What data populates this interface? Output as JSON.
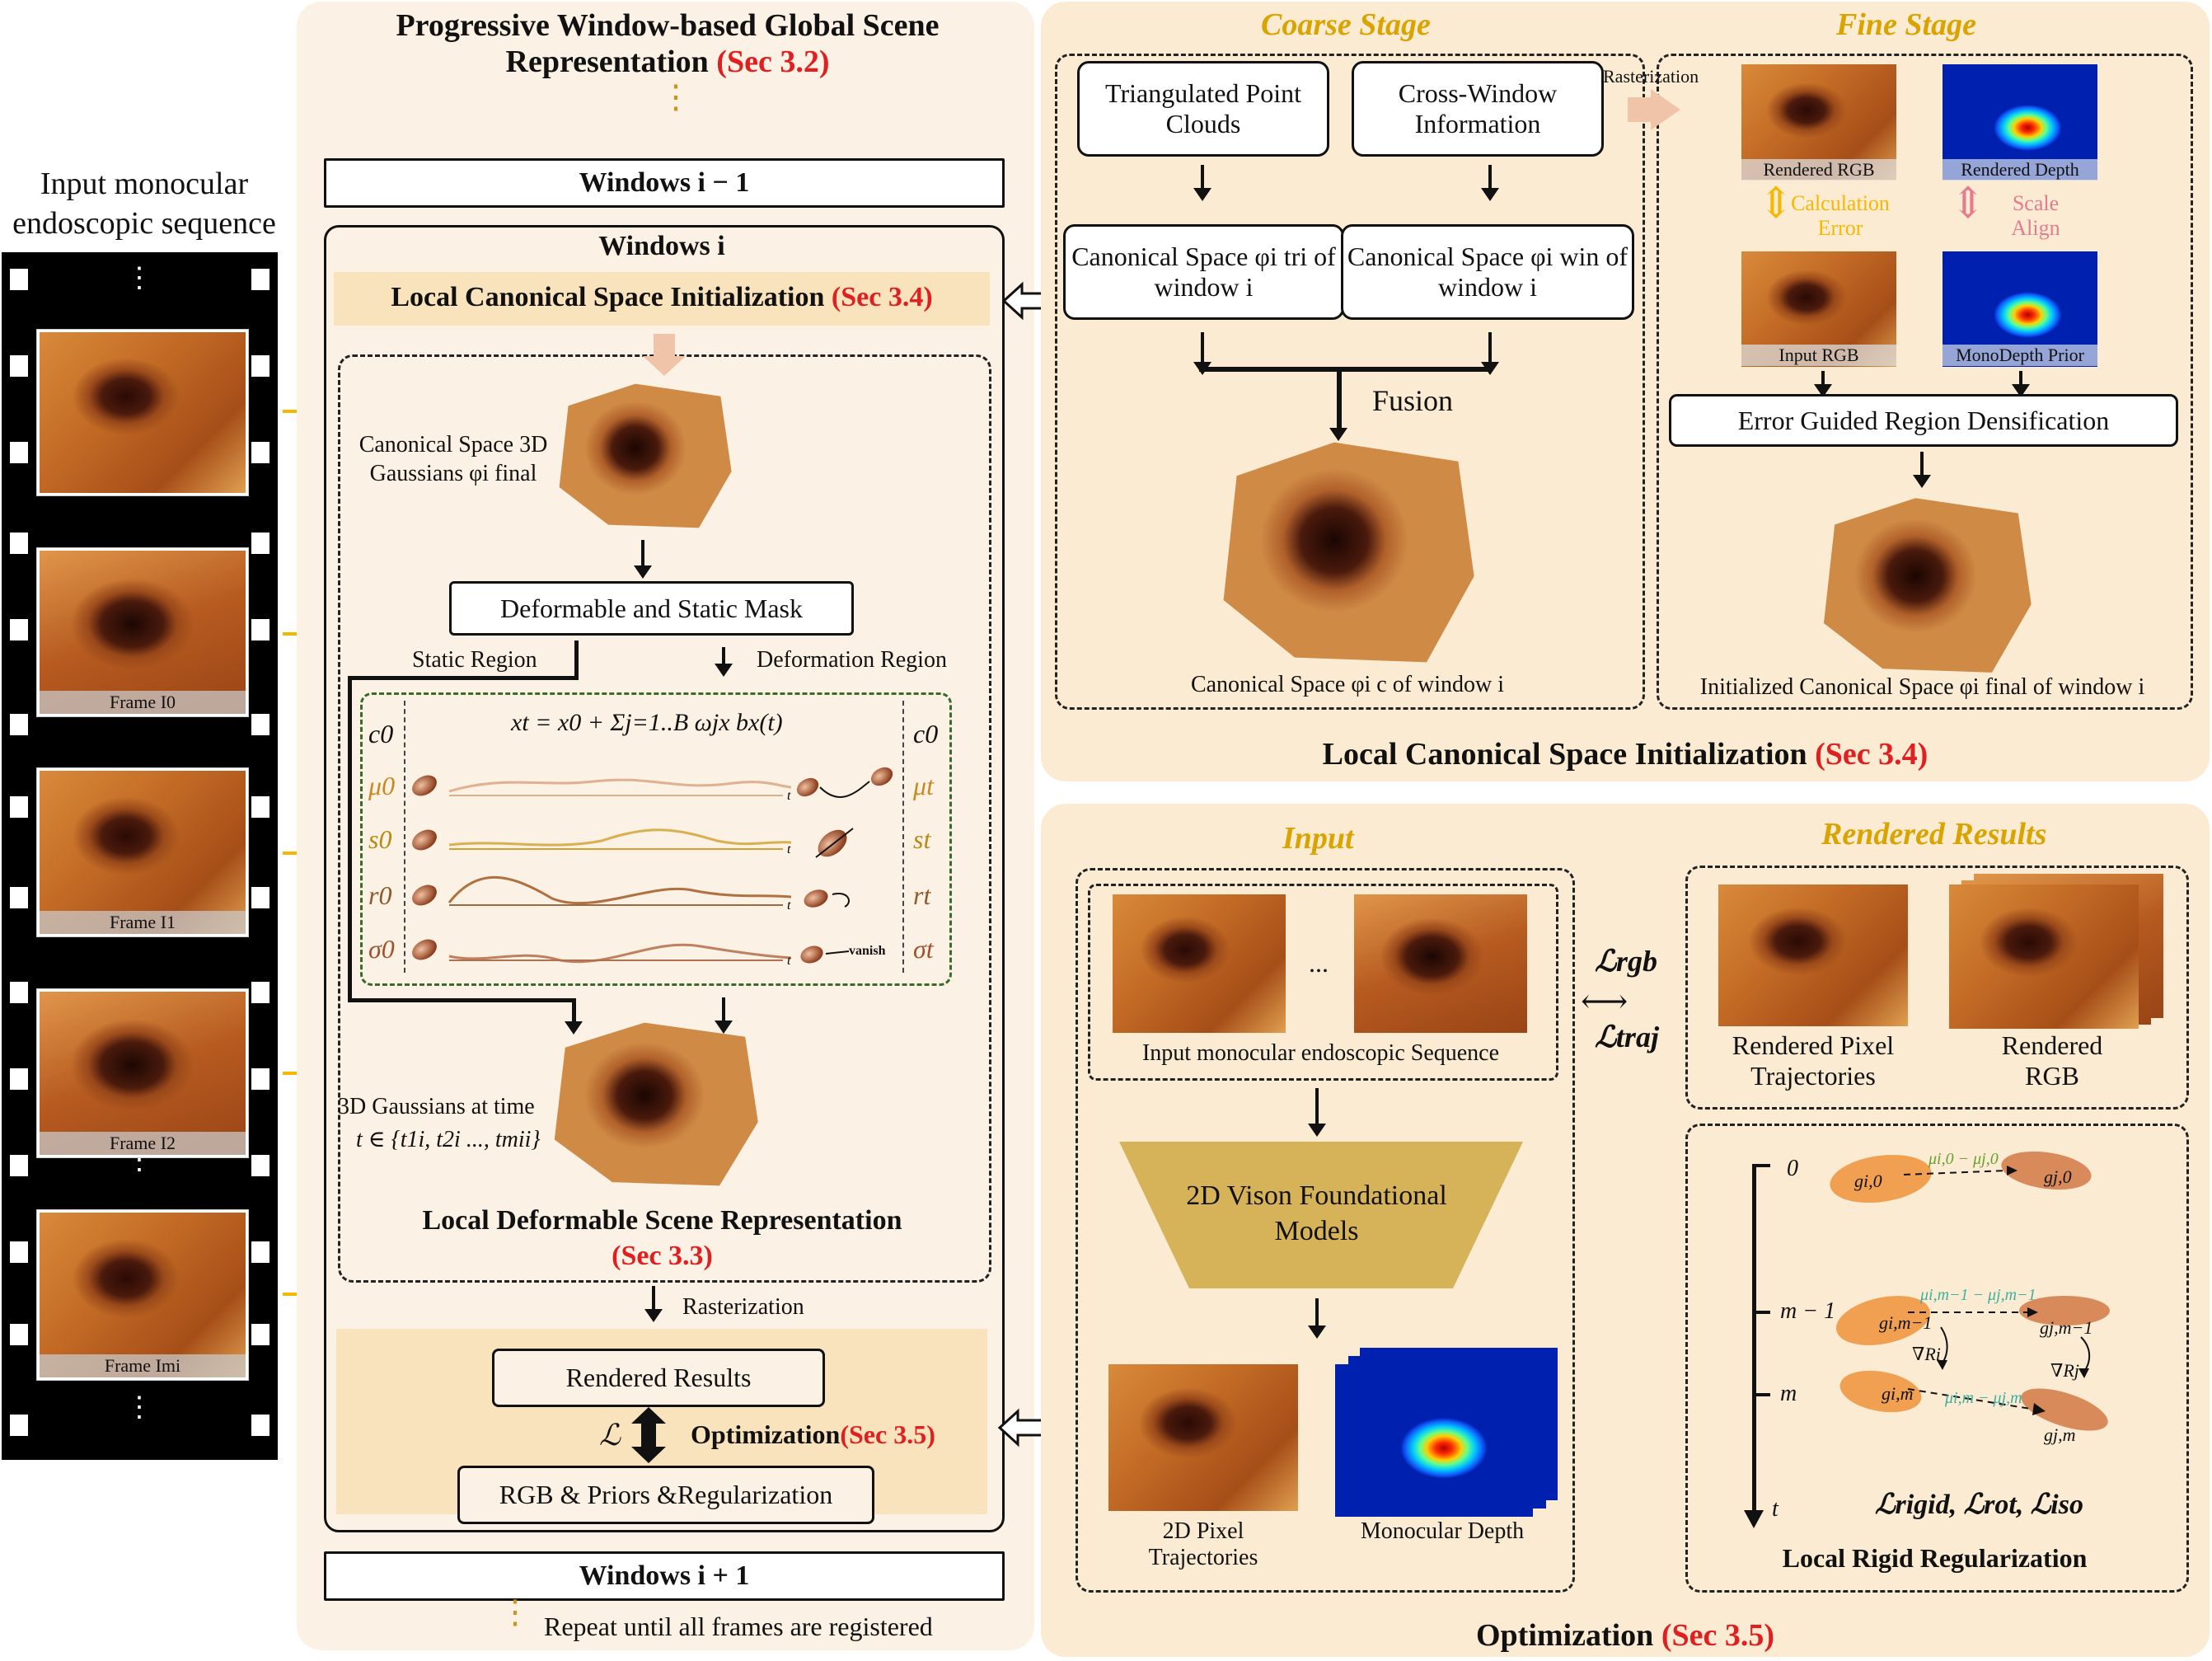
{
  "left": {
    "input_label": "Input monocular endoscopic sequence",
    "frames": [
      "Frame I0",
      "Frame I1",
      "Frame I2",
      "Frame Imi"
    ]
  },
  "progressive": {
    "title": "Progressive Window-based Global Scene Representation",
    "title_ref": "(Sec 3.2)",
    "prev_window": "Windows i − 1",
    "window": "Windows i",
    "local_init": "Local Canonical Space Initialization",
    "local_init_ref": "(Sec 3.4)",
    "canonical_3d": "Canonical Space 3D Gaussians φi final",
    "deform_mask": "Deformable and Static Mask",
    "static_region": "Static Region",
    "deform_region": "Deformation Region",
    "equation": "xt = x0 + Σj=1..B ωjx bx(t)",
    "params_left": [
      "c0",
      "μ0",
      "s0",
      "r0",
      "σ0"
    ],
    "params_right": [
      "c0",
      "μt",
      "st",
      "rt",
      "σt"
    ],
    "t_label": "t",
    "vanish": "vanish",
    "gaussians_time": "3D Gaussians at time",
    "gaussians_time_set": "t ∈ {t1i, t2i ..., tmii}",
    "local_deform": "Local Deformable Scene Representation",
    "local_deform_ref": "(Sec 3.3)",
    "rasterization": "Rasterization",
    "rendered_results": "Rendered Results",
    "loss_symbol": "ℒ",
    "optimization": "Optimization",
    "optimization_ref": "(Sec 3.5)",
    "priors": "RGB & Priors &Regularization",
    "next_window": "Windows i + 1",
    "repeat": "Repeat until all  frames are registered"
  },
  "coarse": {
    "title": "Coarse Stage",
    "tri": "Triangulated Point Clouds",
    "cross": "Cross-Window Information",
    "canon_tri": "Canonical Space φi tri of window i",
    "canon_win": "Canonical Space φi win of window i",
    "fusion": "Fusion",
    "canon_c": "Canonical Space φi c of window i",
    "rasterization": "Rasterization"
  },
  "fine": {
    "title": "Fine Stage",
    "rendered_rgb": "Rendered RGB",
    "rendered_depth": "Rendered Depth",
    "calc_error": "Calculation Error",
    "scale_align": "Scale Align",
    "input_rgb": "Input RGB",
    "mono_prior": "MonoDepth Prior",
    "densify": "Error Guided Region Densification",
    "init_canon": "Initialized Canonical Space φi final of window i"
  },
  "tr_footer": {
    "text": "Local Canonical Space Initialization",
    "ref": "(Sec 3.4)"
  },
  "optim": {
    "input_title": "Input",
    "rendered_title": "Rendered Results",
    "ellipsis": "...",
    "input_seq": "Input monocular endoscopic Sequence",
    "foundation": "2D Vison Foundational Models",
    "traj": "2D Pixel Trajectories",
    "depth": "Monocular Depth",
    "l_rgb": "ℒrgb",
    "l_traj": "ℒtraj",
    "rendered_traj": "Rendered Pixel Trajectories",
    "rendered_rgb": "Rendered RGB",
    "axis": [
      "0",
      "m − 1",
      "m",
      "t"
    ],
    "g_labels": [
      "gi,0",
      "gj,0",
      "gi,m−1",
      "gj,m−1",
      "gi,m",
      "gj,m"
    ],
    "mu_labels": [
      "μi,0 − μj,0",
      "μi,m−1 − μj,m−1",
      "μi,m − μj,m"
    ],
    "grad": [
      "∇Ri",
      "∇Rj"
    ],
    "losses": "ℒrigid, ℒrot, ℒiso",
    "rigid_title": "Local Rigid Regularization",
    "footer": "Optimization",
    "footer_ref": "(Sec 3.5)"
  },
  "colors": {
    "accent_red": "#e02020",
    "gold": "#d9a300",
    "panel": "#fbebd2",
    "arrow_yellow": "#f5b800"
  }
}
